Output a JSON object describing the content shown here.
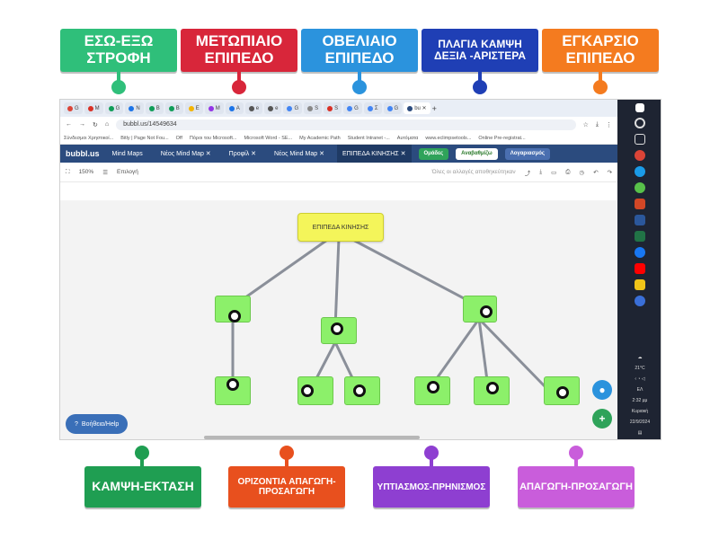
{
  "labels_top": [
    {
      "text": "ΕΣΩ-ΕΞΩ ΣΤΡΟΦΗ",
      "color": "#2fbf7a"
    },
    {
      "text": "ΜΕΤΩΠΙΑΙΟ ΕΠΙΠΕΔΟ",
      "color": "#d8263a"
    },
    {
      "text": "ΟΒΕΛΙΑΙΟ ΕΠΙΠΕΔΟ",
      "color": "#2b93dd"
    },
    {
      "text": "ΠΛΑΓΙΑ ΚΑΜΨΗ ΔΕΞΙΑ -ΑΡΙΣΤΕΡΑ",
      "color": "#1f3fb5"
    },
    {
      "text": "ΕΓΚΑΡΣΙΟ ΕΠΙΠΕΔΟ",
      "color": "#f47b1f"
    }
  ],
  "labels_bottom": [
    {
      "text": "ΚΑΜΨΗ-ΕΚΤΑΣΗ",
      "color": "#1f9e52"
    },
    {
      "text": "ΟΡΙΖΟΝΤΙΑ ΑΠΑΓΩΓΗ-ΠΡΟΣΑΓΩΓΗ",
      "color": "#e8501e"
    },
    {
      "text": "ΥΠΤΙΑΣΜΟΣ-ΠΡΗΝΙΣΜΟΣ",
      "color": "#8e3fd1"
    },
    {
      "text": "ΑΠΑΓΩΓΗ-ΠΡΟΣΑΓΩΓΗ",
      "color": "#c95ddb"
    }
  ],
  "browser": {
    "url": "bubbl.us/14549634",
    "bookmarks": [
      "Σύνδεσμοι Χρηστικοί...",
      "Bitly | Page Not Fou...",
      "Off",
      "Πόροι του Microsoft...",
      "Microsoft Word - SE...",
      "My Academic Path",
      "Student Intranet -...",
      "Αυτόματα",
      "www.eclimpsetools...",
      "Online Pre-registrat..."
    ]
  },
  "app": {
    "brand": "bubbl.us",
    "tabs": [
      "Mind Maps",
      "Νέος Mind Map ✕",
      "Προφίλ ✕",
      "Νέος Mind Map ✕",
      "ΕΠΙΠΕΔΑ ΚΙΝΗΣΗΣ ✕"
    ],
    "groups_btn": "Ομάδες",
    "upgrade_btn": "Αναβαθμίζω",
    "login_btn": "Λογαριασμός",
    "zoom": "150%",
    "select_label": "Επιλογή",
    "save_status": "Όλες οι αλλαγές αποθηκεύτηκαν",
    "help_label": "Βοήθεια/Help"
  },
  "mindmap": {
    "root_label": "ΕΠΙΠΕΔΑ ΚΙΝΗΣΗΣ"
  },
  "taskbar": {
    "weather": "21°C",
    "lang": "ΕΛ",
    "time": "2:32 μμ",
    "day": "Κυριακή",
    "date": "22/9/2024"
  }
}
